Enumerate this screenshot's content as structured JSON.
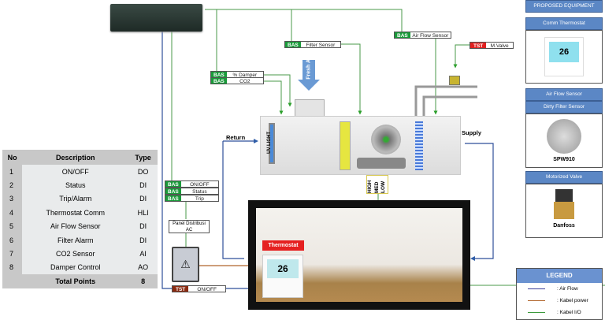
{
  "table": {
    "headers": [
      "No",
      "Description",
      "Type"
    ],
    "rows": [
      [
        "1",
        "ON/OFF",
        "DO"
      ],
      [
        "2",
        "Status",
        "DI"
      ],
      [
        "3",
        "Trip/Alarm",
        "DI"
      ],
      [
        "4",
        "Thermostat Comm",
        "HLI"
      ],
      [
        "5",
        "Air Flow Sensor",
        "DI"
      ],
      [
        "6",
        "Filter Alarm",
        "DI"
      ],
      [
        "7",
        "CO2 Sensor",
        "AI"
      ],
      [
        "8",
        "Damper Control",
        "AO"
      ]
    ],
    "total_label": "Total Points",
    "total_value": "8"
  },
  "equipment": {
    "title": "PROPOSED EQUIPMENT",
    "thermostat": "Comm Thermostat",
    "airflow": "Air Flow Sensor",
    "filter": "Dirty Filter Sensor",
    "sensor_model": "SPW910",
    "valve": "Motorized Valve",
    "valve_brand": "Danfoss",
    "display_temp": "26"
  },
  "tags": {
    "bas": "BAS",
    "tst": "TST",
    "damper": "% Damper",
    "co2": "CO2",
    "filter": "Filter Sensor",
    "airflow": "Air Flow Sensor",
    "mvalve": "M.Valve",
    "onoff": "ON/OFF",
    "status": "Status",
    "trip": "Trip",
    "tst_onoff": "ON/OFF"
  },
  "ahu": {
    "fresh_air": "Fresh Air",
    "uv": "UV LIGHT",
    "return": "Return",
    "supply": "Supply",
    "speeds": [
      "HIGH",
      "MED",
      "LOW"
    ]
  },
  "panel": {
    "label": "Panel Distribusi AC"
  },
  "thermostat_label": "Thermostat",
  "legend": {
    "title": "LEGEND",
    "items": [
      {
        "label": ": Air Flow",
        "color": "#3a3f9a"
      },
      {
        "label": ": Kabel power",
        "color": "#b0642a"
      },
      {
        "label": ": Kabel I/O",
        "color": "#3c9a3c"
      }
    ]
  }
}
